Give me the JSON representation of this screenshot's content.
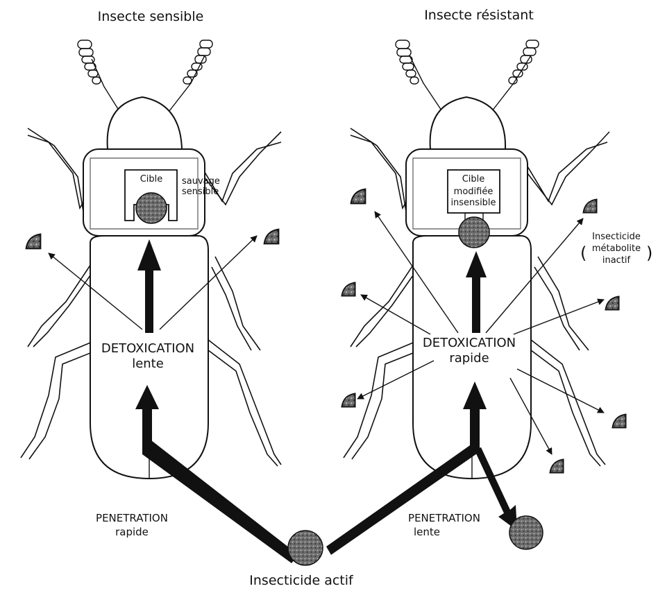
{
  "titles": {
    "left": "Insecte sensible",
    "right": "Insecte résistant"
  },
  "left_insect": {
    "target_label": "Cible",
    "target_state_line1": "sauvage",
    "target_state_line2": "sensible",
    "detox_line1": "DETOXICATION",
    "detox_line2": "lente",
    "penetration_line1": "PENETRATION",
    "penetration_line2": "rapide"
  },
  "right_insect": {
    "target_label": "Cible",
    "target_state_line1": "modifiée",
    "target_state_line2": "insensible",
    "detox_line1": "DETOXICATION",
    "detox_line2": "rapide",
    "penetration_line1": "PENETRATION",
    "penetration_line2": "lente",
    "metabolite_line1": "Insecticide",
    "metabolite_line2": "métabolite",
    "metabolite_line3": "inactif"
  },
  "bottom_label": "Insecticide actif",
  "colors": {
    "ink": "#111111",
    "particle": "#555555",
    "paper": "#ffffff"
  }
}
